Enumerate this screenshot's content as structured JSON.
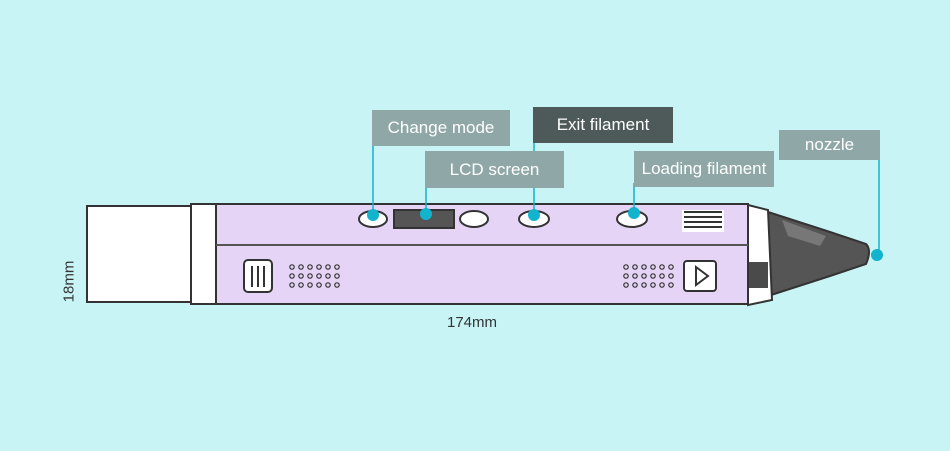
{
  "callouts": {
    "change_mode": "Change mode",
    "lcd_screen": "LCD screen",
    "exit_filament": "Exit filament",
    "loading_filament": "Loading filament",
    "nozzle": "nozzle"
  },
  "dimensions": {
    "width": "18mm",
    "length": "174mm"
  },
  "colors": {
    "background": "#c8f4f6",
    "body_purple": "#e6d4f6",
    "accent_cyan": "#12b3cc",
    "callout_light": "#8fa8a7",
    "callout_dark": "#4e5a59"
  }
}
